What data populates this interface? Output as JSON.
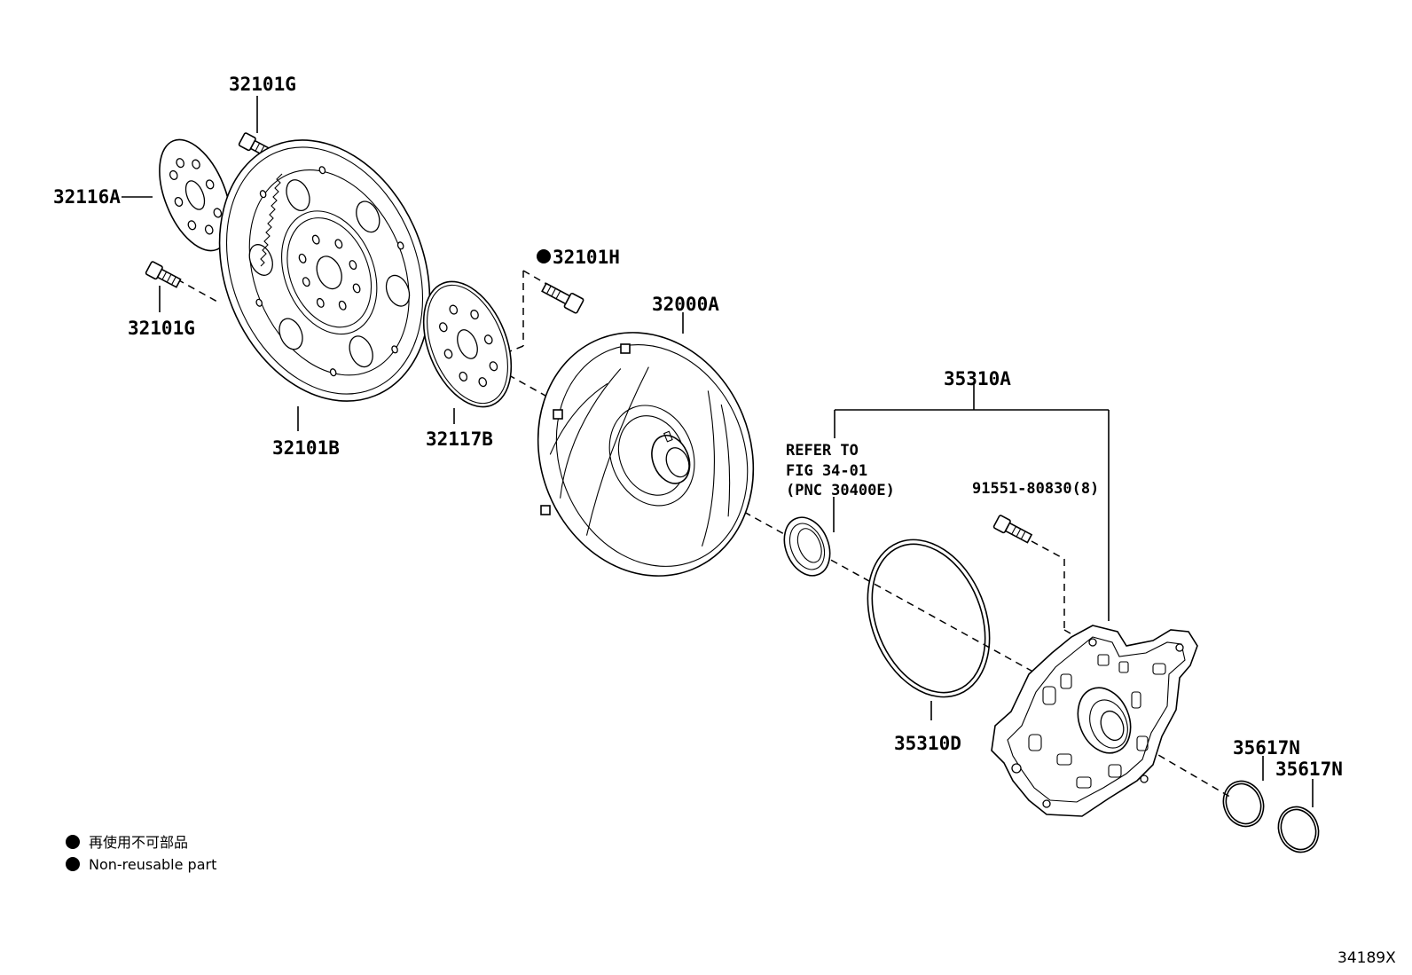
{
  "callouts": {
    "c_32101G_top": "32101G",
    "c_32116A": "32116A",
    "c_32101G_left": "32101G",
    "c_32101B": "32101B",
    "c_32101H": "32101H",
    "c_32117B": "32117B",
    "c_32000A": "32000A",
    "c_35310A": "35310A",
    "c_refer_line1": "REFER TO",
    "c_refer_line2": "FIG 34-01",
    "c_refer_line3": "(PNC 30400E)",
    "c_91551": "91551-80830(8)",
    "c_35310D": "35310D",
    "c_35617N_a": "35617N",
    "c_35617N_b": "35617N"
  },
  "legend": {
    "line_ja": "再使用不可部品",
    "line_en": "Non-reusable part"
  },
  "figure_id": "34189X"
}
